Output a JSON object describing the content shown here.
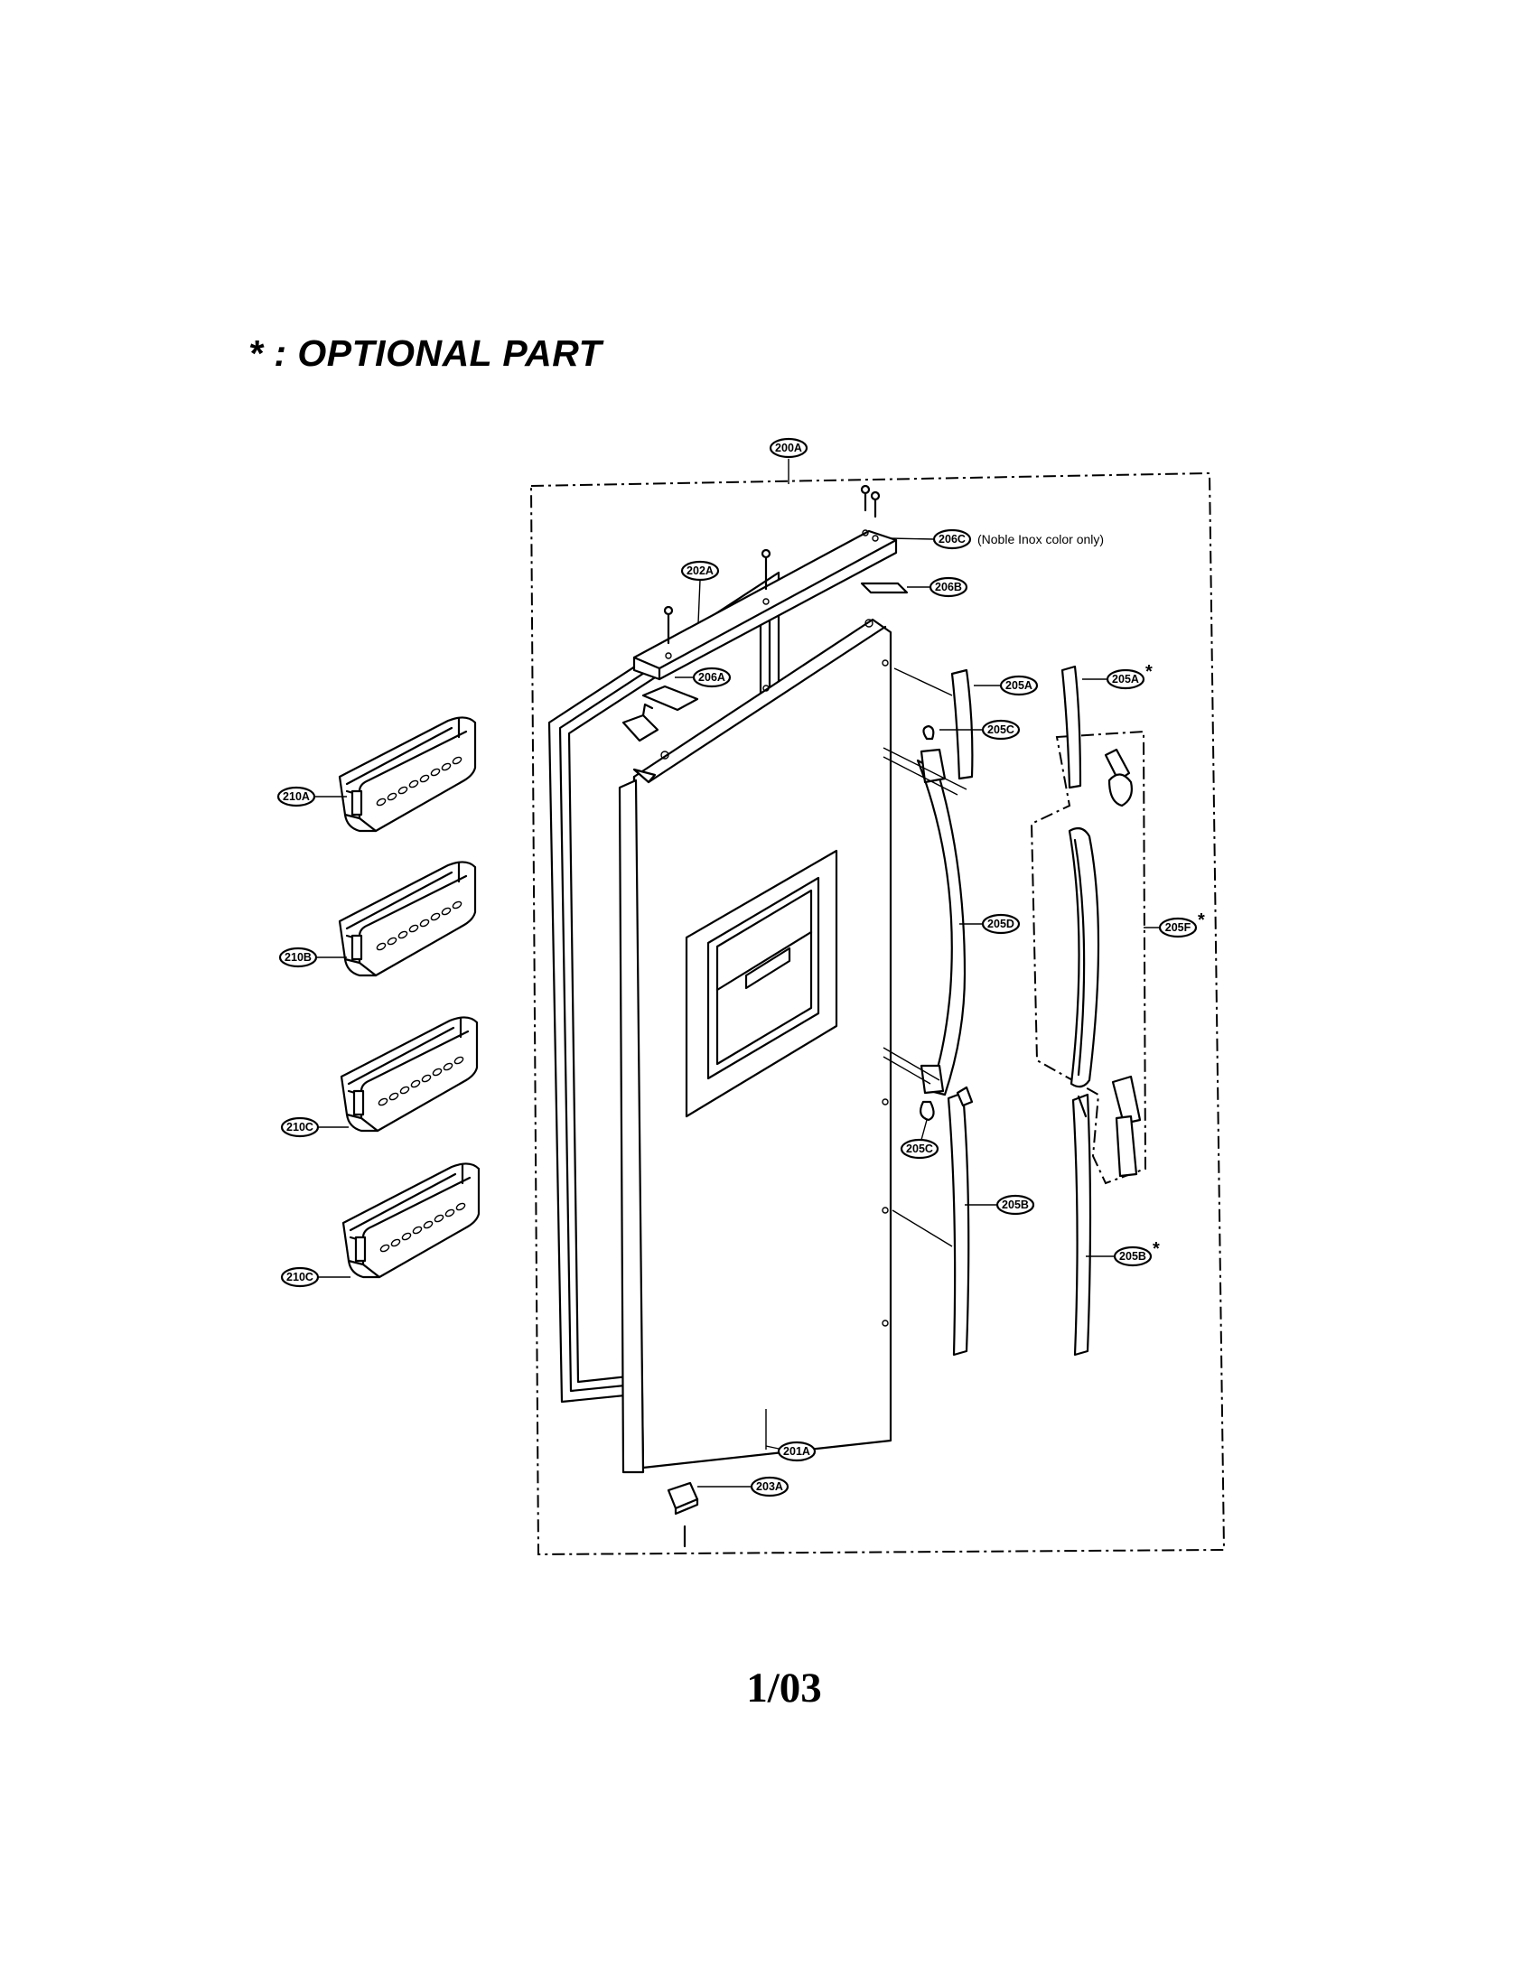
{
  "heading": "* : OPTIONAL PART",
  "page_number": "1/03",
  "note_206C": "(Noble Inox color only)",
  "optional_mark": "*",
  "callouts": {
    "c200A": "200A",
    "c206C": "206C",
    "c206B": "206B",
    "c202A": "202A",
    "c206A": "206A",
    "c205A": "205A",
    "c205A_opt": "205A",
    "c205C_top": "205C",
    "c205D": "205D",
    "c205F_opt": "205F",
    "c205C_bot": "205C",
    "c205B": "205B",
    "c205B_opt": "205B",
    "c201A": "201A",
    "c203A": "203A",
    "c210A": "210A",
    "c210B": "210B",
    "c210C_1": "210C",
    "c210C_2": "210C"
  }
}
